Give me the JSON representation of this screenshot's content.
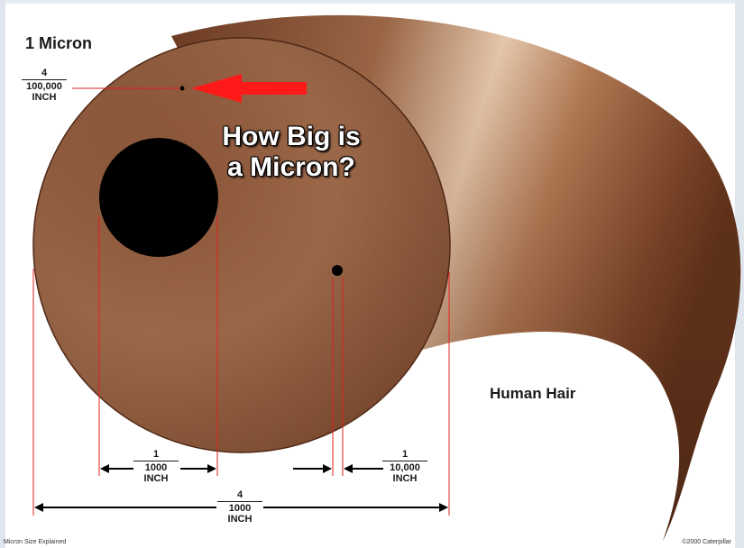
{
  "labels": {
    "micron_title": "1 Micron",
    "micron_fraction": {
      "numerator": "4",
      "denominator": "100,000",
      "unit": "INCH"
    },
    "headline_line1": "How Big is",
    "headline_line2": "a Micron?",
    "human_hair": "Human Hair",
    "thousandth": {
      "numerator": "1",
      "denominator": "1000",
      "unit": "INCH"
    },
    "ten_thousandth": {
      "numerator": "1",
      "denominator": "10,000",
      "unit": "INCH"
    },
    "hair_width": {
      "numerator": "4",
      "denominator": "1000",
      "unit": "INCH"
    },
    "footer_left": "Micron Size Explained",
    "footer_right": "©2000 Caterpillar"
  },
  "colors": {
    "hair_dark": "#5a2f1a",
    "hair_mid": "#8b5a3a",
    "hair_light": "#d4b094",
    "particle": "#000000",
    "measure_line": "#e02020",
    "arrow": "#ff1a1a",
    "dimension_arrow": "#000000"
  }
}
